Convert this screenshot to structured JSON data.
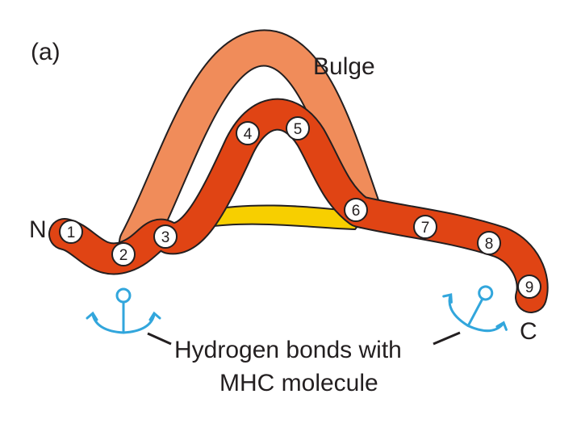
{
  "panel_label": "(a)",
  "bulge_label": "Bulge",
  "n_terminus": "N",
  "c_terminus": "C",
  "caption": {
    "line1": "Hydrogen bonds with",
    "line2": "MHC molecule"
  },
  "residues": [
    "1",
    "2",
    "3",
    "4",
    "5",
    "6",
    "7",
    "8",
    "9"
  ],
  "colors": {
    "backbone": "#e04414",
    "bulge_shadow": "#f08c5a",
    "bridge": "#f7cf00",
    "anchor": "#32a6dc",
    "outline": "#231f20"
  },
  "icons": [
    "anchor-icon",
    "anchor-icon"
  ]
}
